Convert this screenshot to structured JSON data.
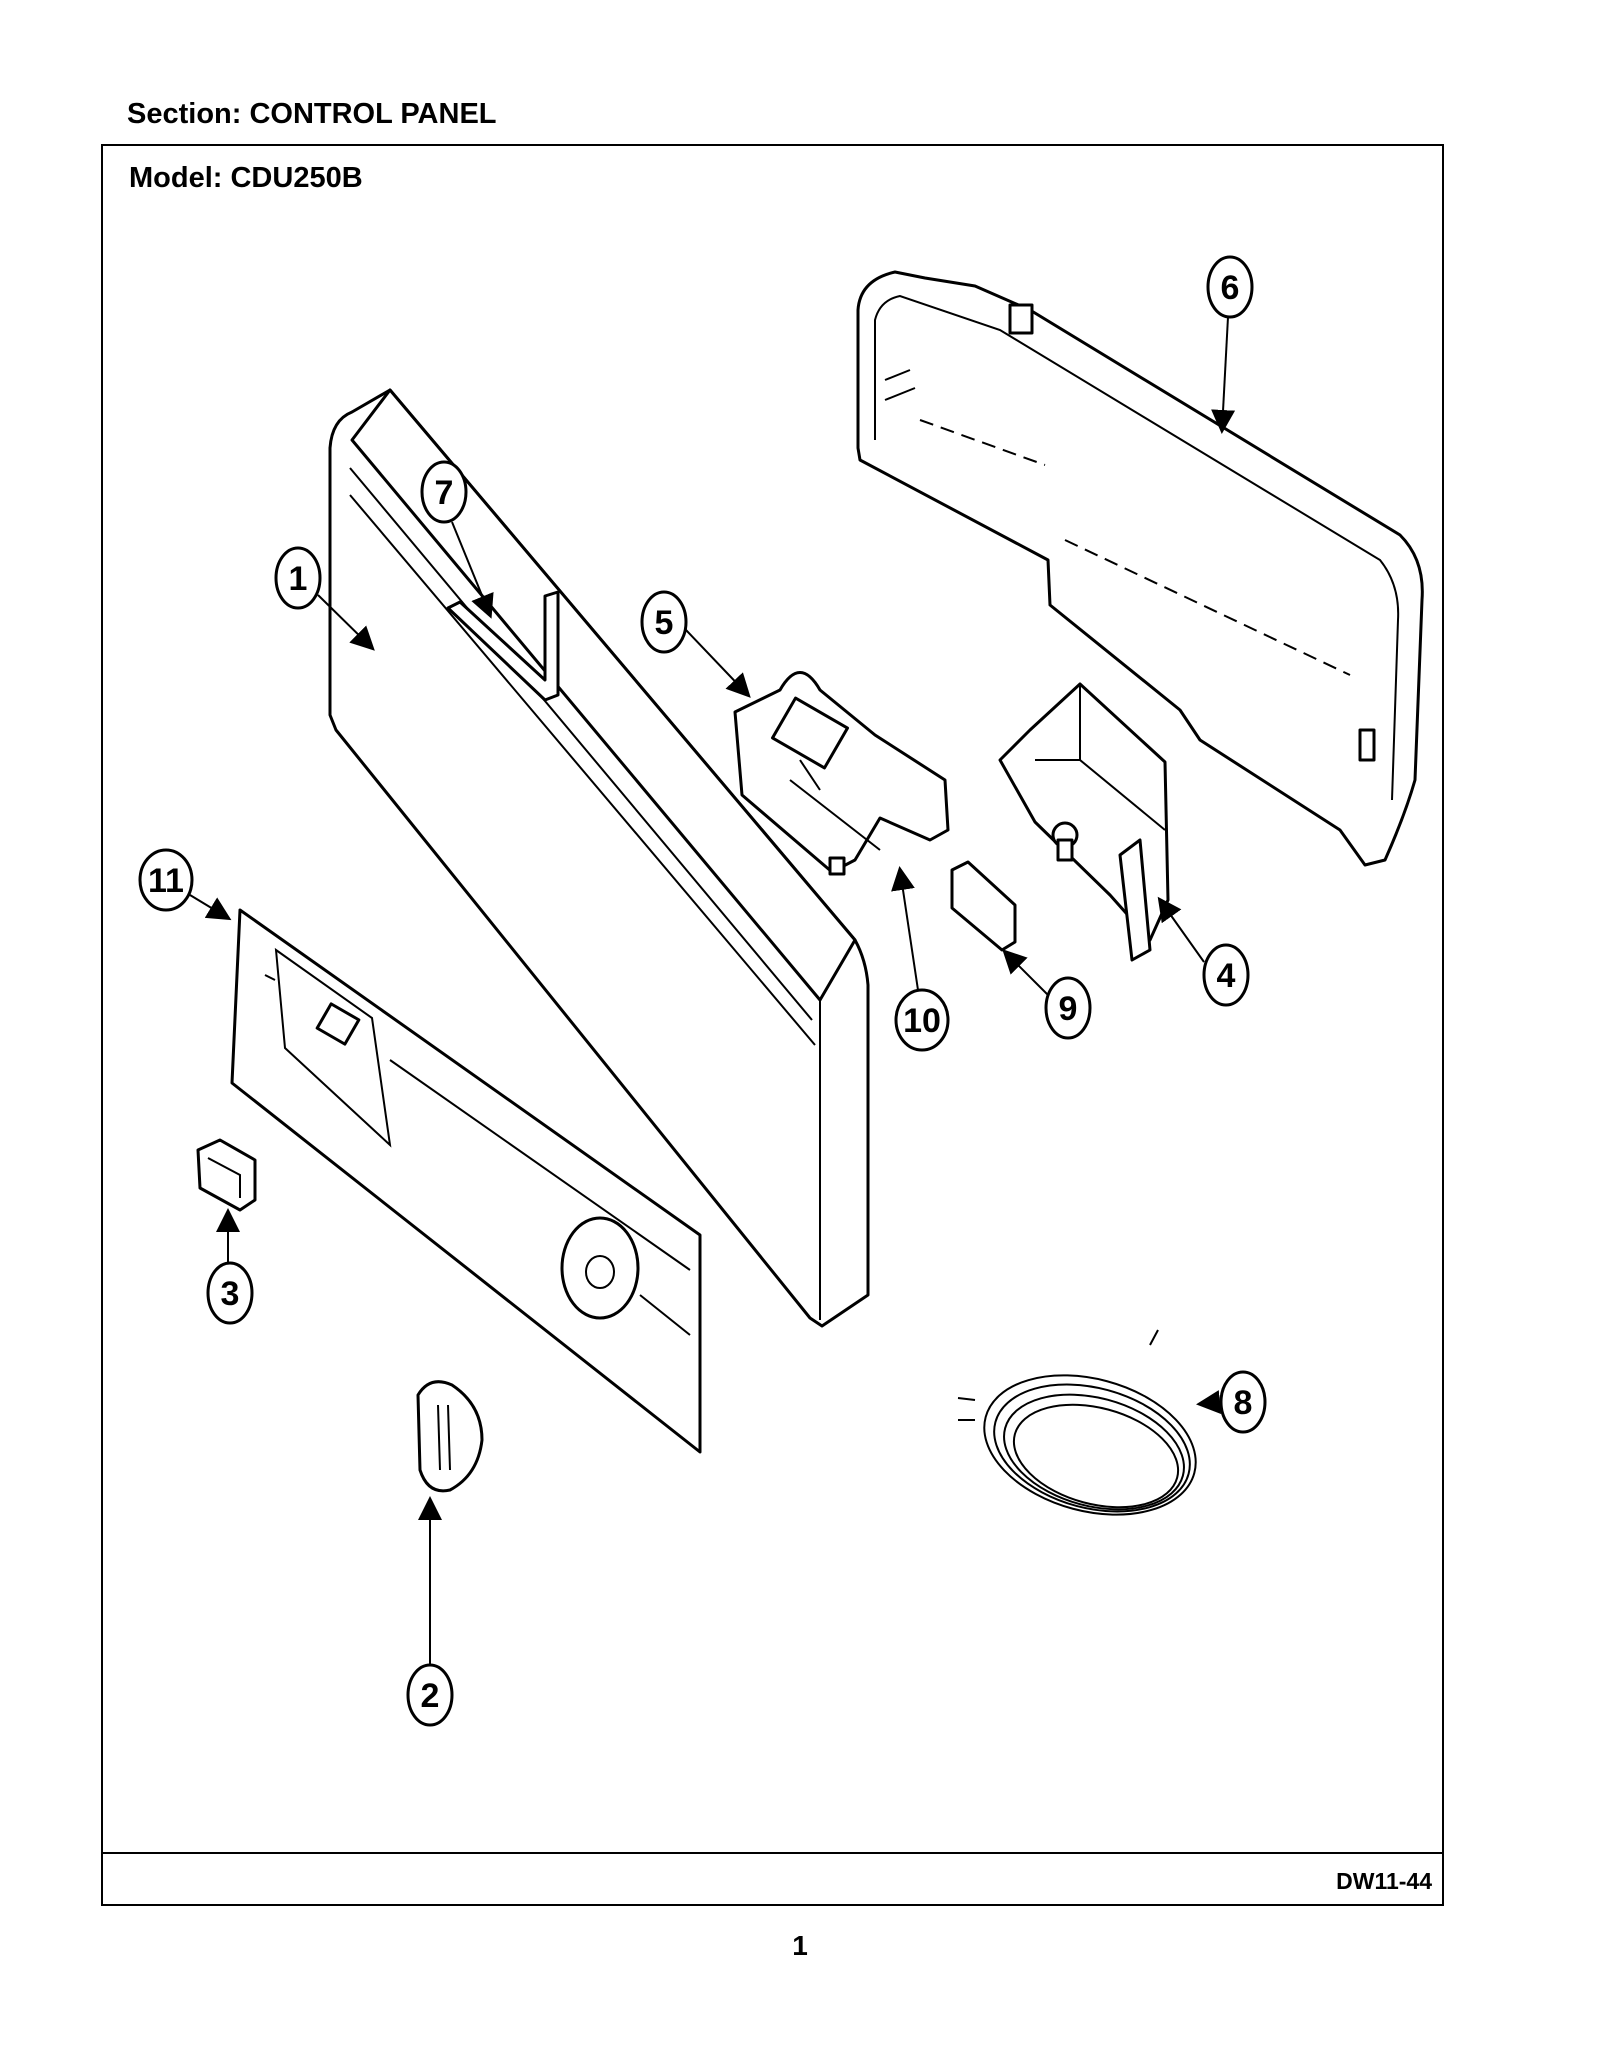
{
  "header": {
    "section": "Section:  CONTROL PANEL",
    "model": "Model:  CDU250B"
  },
  "footer": {
    "ref_code": "DW11-44",
    "page_number": "1"
  },
  "callouts": [
    {
      "id": "c1",
      "label": "1"
    },
    {
      "id": "c2",
      "label": "2"
    },
    {
      "id": "c3",
      "label": "3"
    },
    {
      "id": "c4",
      "label": "4"
    },
    {
      "id": "c5",
      "label": "5"
    },
    {
      "id": "c6",
      "label": "6"
    },
    {
      "id": "c7",
      "label": "7"
    },
    {
      "id": "c8",
      "label": "8"
    },
    {
      "id": "c9",
      "label": "9"
    },
    {
      "id": "c10",
      "label": "10"
    },
    {
      "id": "c11",
      "label": "11"
    }
  ]
}
